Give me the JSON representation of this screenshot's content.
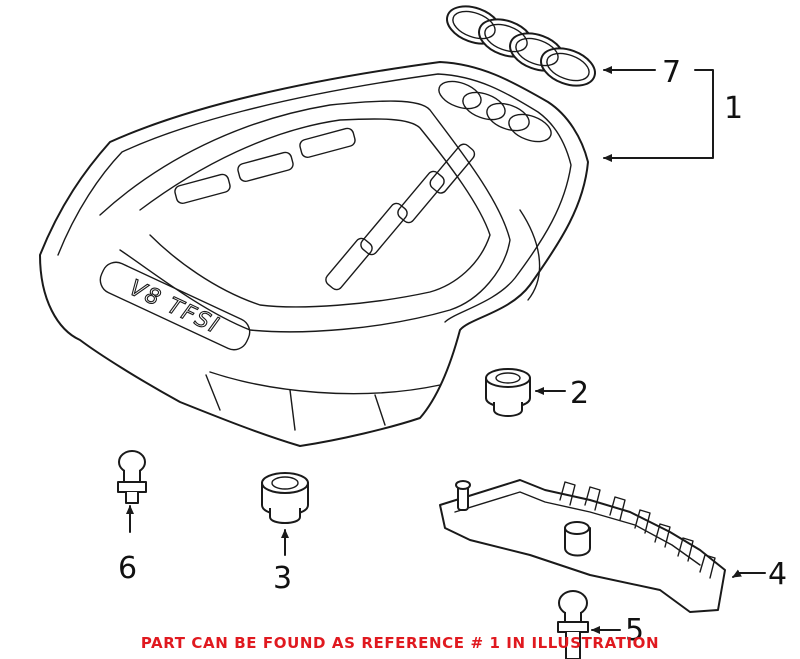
{
  "callouts": {
    "c1": "1",
    "c2": "2",
    "c3": "3",
    "c4": "4",
    "c5": "5",
    "c6": "6",
    "c7": "7"
  },
  "cover_badge_text": "V8 TFSI",
  "footer_note": "PART CAN BE FOUND AS REFERENCE # 1 IN ILLUSTRATION",
  "colors": {
    "line": "#1a1a1a",
    "note": "#e0191f",
    "background": "#ffffff"
  }
}
